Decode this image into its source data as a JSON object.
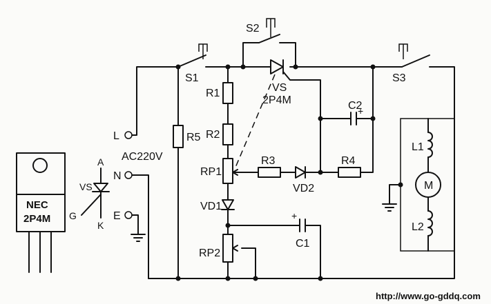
{
  "labels": {
    "s1": "S1",
    "s2": "S2",
    "s3": "S3",
    "vs_ref": "VS",
    "vs_part": "2P4M",
    "r1": "R1",
    "r2": "R2",
    "r3": "R3",
    "r4": "R4",
    "r5": "R5",
    "rp1": "RP1",
    "rp2": "RP2",
    "vd1": "VD1",
    "vd2": "VD2",
    "c1": "C1",
    "c2": "C2",
    "l1": "L1",
    "l2": "L2",
    "motor": "M",
    "term_l": "L",
    "term_n": "N",
    "term_e": "E",
    "ac": "AC220V",
    "plus": "+"
  },
  "symbol": {
    "vs": "VS",
    "a": "A",
    "g": "G",
    "k": "K"
  },
  "package": {
    "line1": "NEC",
    "line2": "2P4M"
  },
  "footer": {
    "url": "http://www.go-gddq.com"
  }
}
